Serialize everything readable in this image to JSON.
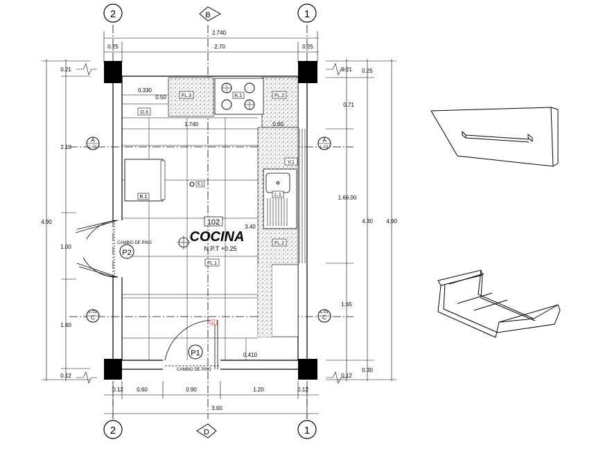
{
  "axes": {
    "two": "2",
    "one": "1",
    "b": "B",
    "d": "D",
    "a": "A",
    "c": "C"
  },
  "section_ref": "L-01",
  "dims": {
    "top_total": "2.740",
    "top_left": "0.25",
    "top_mid": "2.70",
    "top_right": "0.25",
    "top_wall_left": "0.21",
    "top_wall_right": "0.21",
    "upper_left": "0.330",
    "upper_left2": "0.50",
    "interior_w": "1.740",
    "left_a": "2.10",
    "left_mid": "1.00",
    "left_c": "1.40",
    "left_total": "4.90",
    "left_bot": "0.12",
    "bot_left": "0.12",
    "bot_b": "0.60",
    "bot_door": "0.90",
    "bot_c": "1.20",
    "bot_right": "0.12",
    "bot_total": "3.00",
    "r_top": "0.25",
    "r_071": "0.71",
    "r_166": "1.66.00",
    "r_430": "4.30",
    "r_490": "4.90",
    "r_165": "1.65",
    "r_030": "0.30",
    "r_012": "0.12",
    "in_060": "0.60",
    "in_340": "3.40",
    "in_0410": "0.410"
  },
  "labels": {
    "room_number": "102",
    "room_name": "COCINA",
    "level": "N.P.T +0.25",
    "floor_fl1": "FL.1",
    "floor_fl2_top": "FL.2",
    "floor_fl2_mid": "FL.2",
    "floor_fl3": "FL.3",
    "stove": "K.1",
    "fridge": "R.1",
    "sink": "L.1",
    "window": "V.1",
    "shelf": "O.3",
    "s1": "S.1",
    "door_p1": "P1",
    "door_p2": "P2",
    "floor_change_1": "CAMBIO DE PISO",
    "floor_change_2": "CAMBIO DE PISO",
    "mark_red": "R1"
  }
}
